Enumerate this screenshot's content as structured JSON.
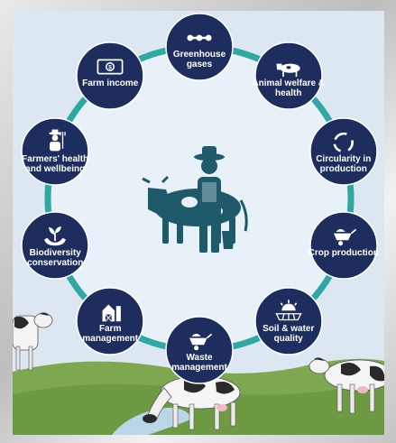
{
  "diagram": {
    "colors": {
      "navy": "#1d2e5e",
      "teal": "#1f5a6b",
      "ring": "#2fa8a2",
      "sky": "#dde7f2",
      "inner": "#e6f0f7",
      "grass": "#7ea84f"
    },
    "center_icon": "farmer-with-cow-icon",
    "nodes": [
      {
        "id": "greenhouse",
        "label": "Greenhouse gases",
        "icon": "molecule-icon"
      },
      {
        "id": "animal-welfare",
        "label": "Animal welfare & health",
        "icon": "cow-icon"
      },
      {
        "id": "circularity",
        "label": "Circularity in production",
        "icon": "cycle-icon"
      },
      {
        "id": "crop",
        "label": "Crop production",
        "icon": "wheelbarrow-icon"
      },
      {
        "id": "soil-water",
        "label": "Soil & water quality",
        "icon": "sun-field-icon"
      },
      {
        "id": "waste",
        "label": "Waste management",
        "icon": "wheelbarrow-icon"
      },
      {
        "id": "farm-mgmt",
        "label": "Farm management",
        "icon": "barn-icon"
      },
      {
        "id": "biodiversity",
        "label": "Biodiversity conservation",
        "icon": "hands-plant-icon"
      },
      {
        "id": "farmers-health",
        "label": "Farmers' health and wellbeing",
        "icon": "farmer-icon"
      },
      {
        "id": "farm-income",
        "label": "Farm income",
        "icon": "money-icon"
      }
    ]
  }
}
